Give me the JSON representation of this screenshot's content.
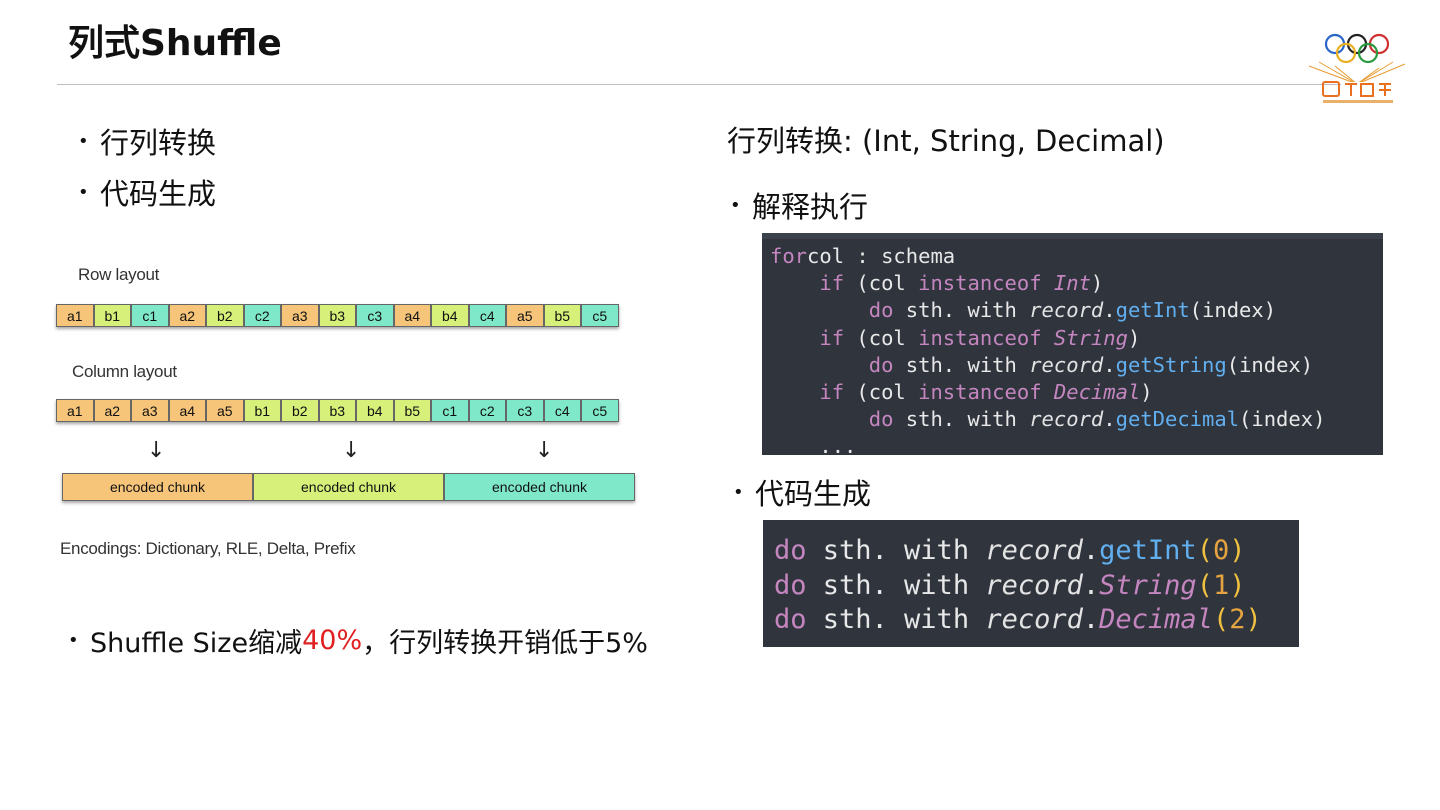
{
  "title": "列式Shuffle",
  "left_bullets": [
    "行列转换",
    "代码生成"
  ],
  "figure": {
    "row_label": "Row layout",
    "row_cells": [
      "a1",
      "b1",
      "c1",
      "a2",
      "b2",
      "c2",
      "a3",
      "b3",
      "c3",
      "a4",
      "b4",
      "c4",
      "a5",
      "b5",
      "c5"
    ],
    "col_label": "Column layout",
    "col_cells": [
      "a1",
      "a2",
      "a3",
      "a4",
      "a5",
      "b1",
      "b2",
      "b3",
      "b4",
      "b5",
      "c1",
      "c2",
      "c3",
      "c4",
      "c5"
    ],
    "chunks": [
      "encoded chunk",
      "encoded chunk",
      "encoded chunk"
    ],
    "encodings": "Encodings: Dictionary, RLE, Delta, Prefix",
    "colors": {
      "a": "#f6c57a",
      "b": "#d6f07a",
      "c": "#7fe8c8"
    }
  },
  "bottom_bullet": {
    "prefix": "Shuffle Size缩减",
    "highlight": "40%",
    "suffix": "，行列转换开销低于5%"
  },
  "right_heading": "行列转换: (Int, String, Decimal)",
  "right_bullets": [
    "解释执行",
    "代码生成"
  ],
  "code_interp": [
    [
      [
        "kw",
        "for"
      ],
      [
        "",
        "col : schema"
      ]
    ],
    [
      [
        "",
        "    "
      ],
      [
        "kw",
        "if"
      ],
      [
        "",
        " (col "
      ],
      [
        "kw",
        "instanceof"
      ],
      [
        "",
        " "
      ],
      [
        "ty",
        "Int"
      ],
      [
        "",
        ")"
      ]
    ],
    [
      [
        "",
        "        "
      ],
      [
        "kw",
        "do"
      ],
      [
        "",
        " sth. with "
      ],
      [
        "it",
        "record"
      ],
      [
        "",
        "."
      ],
      [
        "fn",
        "getInt"
      ],
      [
        "",
        "(index)"
      ]
    ],
    [
      [
        "",
        "    "
      ],
      [
        "kw",
        "if"
      ],
      [
        "",
        " (col "
      ],
      [
        "kw",
        "instanceof"
      ],
      [
        "",
        " "
      ],
      [
        "ty",
        "String"
      ],
      [
        "",
        ")"
      ]
    ],
    [
      [
        "",
        "        "
      ],
      [
        "kw",
        "do"
      ],
      [
        "",
        " sth. with "
      ],
      [
        "it",
        "record"
      ],
      [
        "",
        "."
      ],
      [
        "fn",
        "getString"
      ],
      [
        "",
        "(index)"
      ]
    ],
    [
      [
        "",
        "    "
      ],
      [
        "kw",
        "if"
      ],
      [
        "",
        " (col "
      ],
      [
        "kw",
        "instanceof"
      ],
      [
        "",
        " "
      ],
      [
        "ty",
        "Decimal"
      ],
      [
        "",
        ")"
      ]
    ],
    [
      [
        "",
        "        "
      ],
      [
        "kw",
        "do"
      ],
      [
        "",
        " sth. with "
      ],
      [
        "it",
        "record"
      ],
      [
        "",
        "."
      ],
      [
        "fn",
        "getDecimal"
      ],
      [
        "",
        "(index)"
      ]
    ],
    [
      [
        "",
        "    ..."
      ]
    ]
  ],
  "code_gen": [
    [
      [
        "kw",
        "do"
      ],
      [
        "",
        " sth. with "
      ],
      [
        "it",
        "record"
      ],
      [
        "",
        "."
      ],
      [
        "fn",
        "getInt"
      ],
      [
        "br",
        "("
      ],
      [
        "num",
        "0"
      ],
      [
        "br",
        ")"
      ]
    ],
    [
      [
        "kw",
        "do"
      ],
      [
        "",
        " sth. with "
      ],
      [
        "it",
        "record"
      ],
      [
        "",
        "."
      ],
      [
        "fi",
        "String"
      ],
      [
        "br",
        "("
      ],
      [
        "num",
        "1"
      ],
      [
        "br",
        ")"
      ]
    ],
    [
      [
        "kw",
        "do"
      ],
      [
        "",
        " sth. with "
      ],
      [
        "it",
        "record"
      ],
      [
        "",
        "."
      ],
      [
        "fi",
        "Decimal"
      ],
      [
        "br",
        "("
      ],
      [
        "num",
        "2"
      ],
      [
        "br",
        ")"
      ]
    ]
  ]
}
